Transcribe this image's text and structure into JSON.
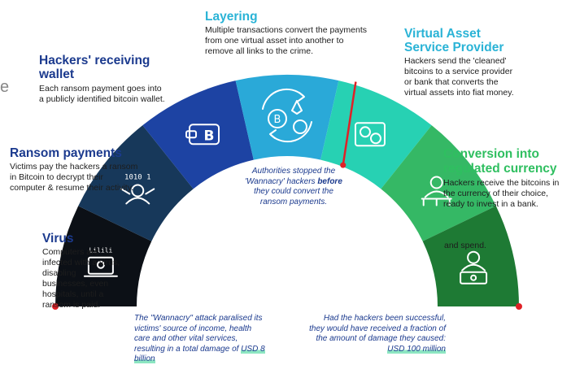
{
  "stages": [
    {
      "key": "virus",
      "title": "Virus",
      "desc": "Computers are infected with a virus, disabling businesses, even hospitals, until a ransom is paid.",
      "color": "#0c1016",
      "icon": "laptop-virus-icon"
    },
    {
      "key": "ransom",
      "title": "Ransom payments",
      "desc": "Victims pay the hackers a ransom in Bitcoin to decrypt their computer & resume their activity.",
      "color": "#17385a",
      "icon": "hacker-binary-icon"
    },
    {
      "key": "wallet",
      "title": "Hackers' receiving wallet",
      "desc": "Each ransom payment goes into a publicly identified bitcoin wallet.",
      "color": "#1d43a3",
      "icon": "bitcoin-wallet-icon"
    },
    {
      "key": "layering",
      "title": "Layering",
      "desc": "Multiple transactions convert the payments from one virtual asset into another to remove all links to the crime.",
      "color": "#2aa9d8",
      "icon": "crypto-cycle-icon"
    },
    {
      "key": "vasp",
      "title": "Virtual Asset Service Provider",
      "desc": "Hackers send the 'cleaned' bitcoins to a service provider or bank that converts the virtual assets into fiat money.",
      "color": "#27d1b3",
      "icon": "exchange-icon"
    },
    {
      "key": "conversion",
      "title": "Conversion into regulated currency",
      "desc": "Hackers receive the bitcoins in the currency of their choice, ready to invest in a bank.",
      "color": "#35b865",
      "icon": "hacker-bank-icon"
    },
    {
      "key": "spend",
      "title": "",
      "desc": "and spend.",
      "color": "#1e7a34",
      "icon": "hacker-cash-icon"
    }
  ],
  "notes": {
    "authorities_pre": "Authorities stopped the 'Wannacry' hackers",
    "authorities_bold": "before",
    "authorities_post": "they could convert the ransom payments.",
    "attack": "The \"Wannacry\" attack paralised its victims' source of income, health care and other vital services, resulting in a total damage of",
    "attack_amount": "USD 8 billion",
    "success": "Had the hackers been successful, they would have received a fraction of the amount of damage they caused:",
    "success_amount": "USD 100 million"
  },
  "stray_glyph": "e",
  "colors": {
    "marker": "#e02127",
    "navy_text": "#1b3a8e",
    "cyan_text": "#2ab3d6",
    "green_text": "#2fbf60"
  }
}
